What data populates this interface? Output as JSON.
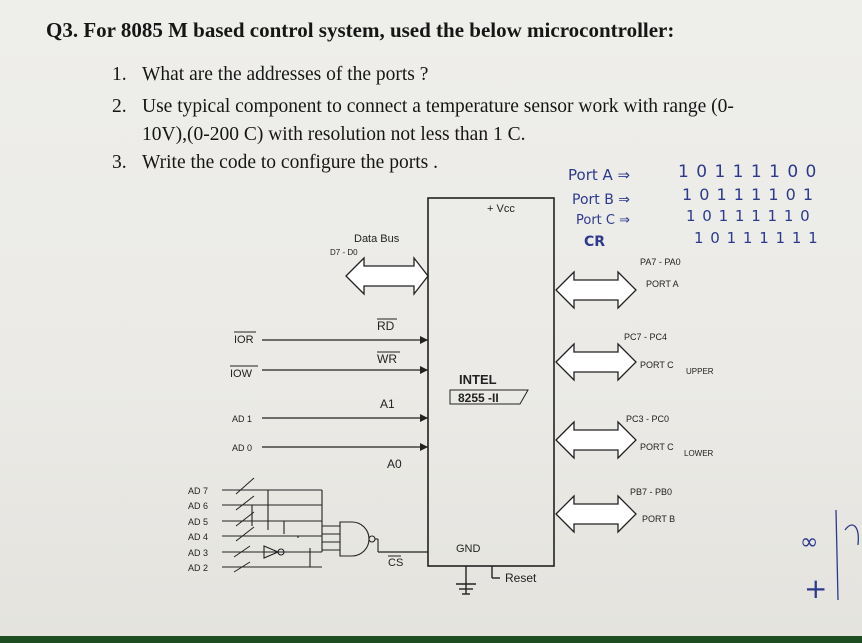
{
  "question": {
    "title": "Q3. For 8085 M based control system, used the below microcontroller:",
    "items": [
      {
        "num": "1.",
        "text": "What are the addresses of the ports ?"
      },
      {
        "num": "2.",
        "text": "Use typical component to connect a temperature sensor work with range (0-"
      },
      {
        "num": "",
        "text": "10V),(0-200 C) with resolution not less than 1 C."
      },
      {
        "num": "3.",
        "text": "Write the code to configure the ports ."
      }
    ]
  },
  "handwritten": {
    "port_a": "Port A ⇒",
    "port_b": "Port B ⇒",
    "port_c": "Port C ⇒",
    "cr": "CR",
    "bits_a": "1 0 1 1 1 1 0 0",
    "bits_b": "1 0 1 1 1 1 0 1",
    "bits_c": "1 0 1 1 1 1 1 0",
    "bits_cr": "1 0 1 1 1 1 1 1",
    "margin_note_1": "∞",
    "margin_note_2": "+"
  },
  "diagram": {
    "vcc": "+ Vcc",
    "data_bus": "Data Bus",
    "data_bus_range": "D7 - D0",
    "rd": "RD",
    "wr": "WR",
    "a1": "A1",
    "a0": "A0",
    "cs": "CS",
    "ior": "IOR",
    "iow": "IOW",
    "ad1": "AD 1",
    "ad0": "AD 0",
    "ad_lines": [
      "AD 7",
      "AD 6",
      "AD 5",
      "AD 4",
      "AD 3",
      "AD 2"
    ],
    "chip_name": "INTEL",
    "chip_model": "8255 -II",
    "gnd": "GND",
    "reset": "Reset",
    "port_a_range": "PA7 - PA0",
    "port_a_label": "PORT A",
    "port_cu_range": "PC7 - PC4",
    "port_cu_label": "PORT C",
    "upper": "UPPER",
    "port_cl_range": "PC3 - PC0",
    "port_cl_label": "PORT C",
    "lower": "LOWER",
    "port_b_range": "PB7 - PB0",
    "port_b_label": "PORT B"
  },
  "colors": {
    "ink": "#2d3a8c",
    "text": "#161616",
    "bar": "#1f4d22"
  }
}
